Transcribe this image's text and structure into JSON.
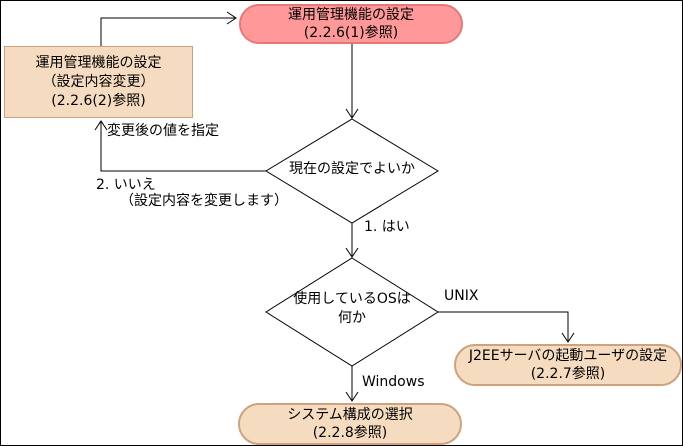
{
  "nodes": {
    "start": {
      "line1": "運用管理機能の設定",
      "line2": "(2.2.6(1)参照)"
    },
    "change_settings": {
      "line1": "運用管理機能の設定",
      "line2": "（設定内容変更）",
      "line3": "(2.2.6(2)参照)"
    },
    "decision_keep_settings": {
      "label": "現在の設定でよいか"
    },
    "decision_os": {
      "line1": "使用しているOSは",
      "line2": "何か"
    },
    "j2ee_user": {
      "line1": "J2EEサーバの起動ユーザの設定",
      "line2": "(2.2.7参照)"
    },
    "system_config": {
      "line1": "システム構成の選択",
      "line2": "(2.2.8参照)"
    }
  },
  "edge_labels": {
    "specify_changed_value": "変更後の値を指定",
    "no_line1": "2. いいえ",
    "no_line2": "（設定内容を変更します）",
    "yes": "1. はい",
    "unix": "UNIX",
    "windows": "Windows"
  },
  "colors": {
    "start_fill": "#ff9999",
    "start_border": "#e87878",
    "box_fill": "#f5dcc0",
    "box_border": "#cfa17c",
    "decision_fill": "#ffffff",
    "line": "#000000"
  }
}
